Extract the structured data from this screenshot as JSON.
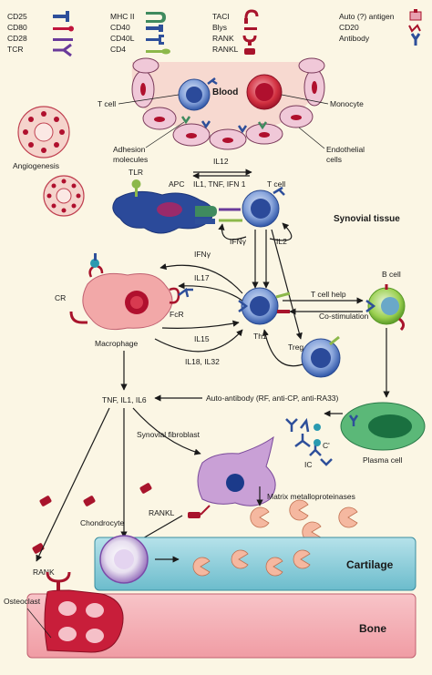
{
  "legend": {
    "col1": [
      "CD25",
      "CD80",
      "CD28",
      "TCR"
    ],
    "col2": [
      "MHC II",
      "CD40",
      "CD40L",
      "CD4"
    ],
    "col3": [
      "TACI",
      "Blys",
      "RANK",
      "RANKL"
    ],
    "col4": [
      "Auto (?) antigen",
      "CD20",
      "Antibody"
    ]
  },
  "labels": {
    "blood": "Blood",
    "t_cell_top": "T cell",
    "monocyte": "Monocyte",
    "adhesion": "Adhesion\nmolecules",
    "il12": "IL12",
    "endothelial": "Endothelial\ncells",
    "angiogenesis": "Angiogenesis",
    "tlr": "TLR",
    "apc": "APC",
    "il1_tnf_ifn": "IL1, TNF, IFN 1",
    "t_cell_apc": "T cell",
    "synovial_tissue": "Synovial tissue",
    "ifng_loop": "IFNγ",
    "il2": "IL2",
    "ifng": "IFNγ",
    "il17": "IL17",
    "cr": "CR",
    "fcr": "FcR",
    "macrophage": "Macrophage",
    "il15": "IL15",
    "il18_il32": "IL18, IL32",
    "th1": "Th1",
    "t_cell_help": "T cell help",
    "co_stim": "Co-stimulation",
    "treg": "Treg",
    "b_cell": "B cell",
    "tnf_il1_il6": "TNF, IL1, IL6",
    "auto_antibody": "Auto-antibody (RF, anti-CP, anti-RA33)",
    "c_prime": "C'",
    "ic": "IC",
    "plasma_cell": "Plasma cell",
    "synovial_fibroblast": "Synovial fibroblast",
    "matrix_mmp": "Matrix metalloproteinases",
    "chondrocyte": "Chondrocyte",
    "rankl": "RANKL",
    "rank": "RANK",
    "cartilage": "Cartilage",
    "osteoclast": "Osteoclast",
    "bone": "Bone"
  },
  "colors": {
    "background": "#fbf6e4",
    "blood": "#f7d9d0",
    "endothelial": "#f0c8d8",
    "nucleus_red": "#b0102e",
    "tcell_blue": "#3d68b8",
    "apc_blue": "#2b4a9a",
    "macrophage": "#f2a8a8",
    "bcell_green": "#8bc440",
    "plasma_green": "#3aa060",
    "fibroblast": "#c9a0d6",
    "cartilage": "#8fd0dc",
    "bone": "#f4aeb4"
  }
}
